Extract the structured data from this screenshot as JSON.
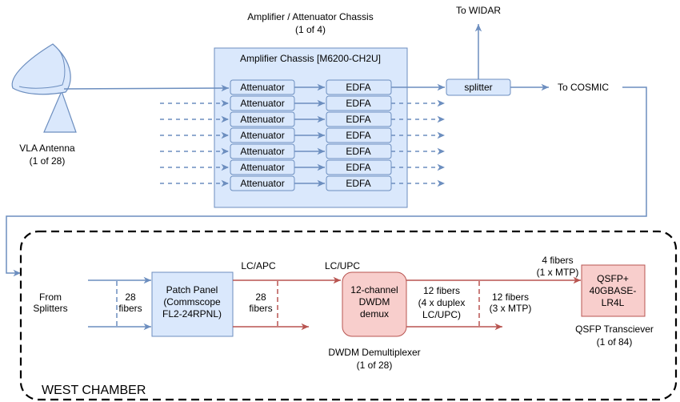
{
  "chassis": {
    "caption_line1": "Amplifier / Attenuator Chassis",
    "caption_line2": "(1 of 4)",
    "box_title": "Amplifier Chassis [M6200-CH2U]",
    "attenuator_label": "Attenuator",
    "edfa_label": "EDFA",
    "row_count": 7
  },
  "antenna": {
    "label_line1": "VLA Antenna",
    "label_line2": "(1 of 28)"
  },
  "splitter": {
    "label": "splitter"
  },
  "to_widar": "To WIDAR",
  "to_cosmic": "To COSMIC",
  "west_chamber": {
    "title": "WEST CHAMBER",
    "from_splitters_line1": "From",
    "from_splitters_line2": "Splitters",
    "fibers_in_line1": "28",
    "fibers_in_line2": "fibers",
    "patch_panel_line1": "Patch Panel",
    "patch_panel_line2": "(Commscope",
    "patch_panel_line3": "FL2-24RPNL)",
    "lc_apc": "LC/APC",
    "fibers_mid_line1": "28",
    "fibers_mid_line2": "fibers",
    "lc_upc": "LC/UPC",
    "demux_line1": "12-channel",
    "demux_line2": "DWDM",
    "demux_line3": "demux",
    "demux_caption_line1": "DWDM Demultiplexer",
    "demux_caption_line2": "(1 of 28)",
    "duplex_line1": "12 fibers",
    "duplex_line2": "(4 x duplex",
    "duplex_line3": "LC/UPC)",
    "mtp_line1": "12 fibers",
    "mtp_line2": "(3 x MTP)",
    "qsfp_in_line1": "4 fibers",
    "qsfp_in_line2": "(1 x MTP)",
    "qsfp_line1": "QSFP+",
    "qsfp_line2": "40GBASE-",
    "qsfp_line3": "LR4L",
    "qsfp_caption_line1": "QSFP Transciever",
    "qsfp_caption_line2": "(1 of 84)"
  },
  "colors": {
    "blue_line": "#6c8ebf",
    "blue_fill": "#dae8fc",
    "red_line": "#b85450",
    "red_fill": "#f8cecc"
  }
}
